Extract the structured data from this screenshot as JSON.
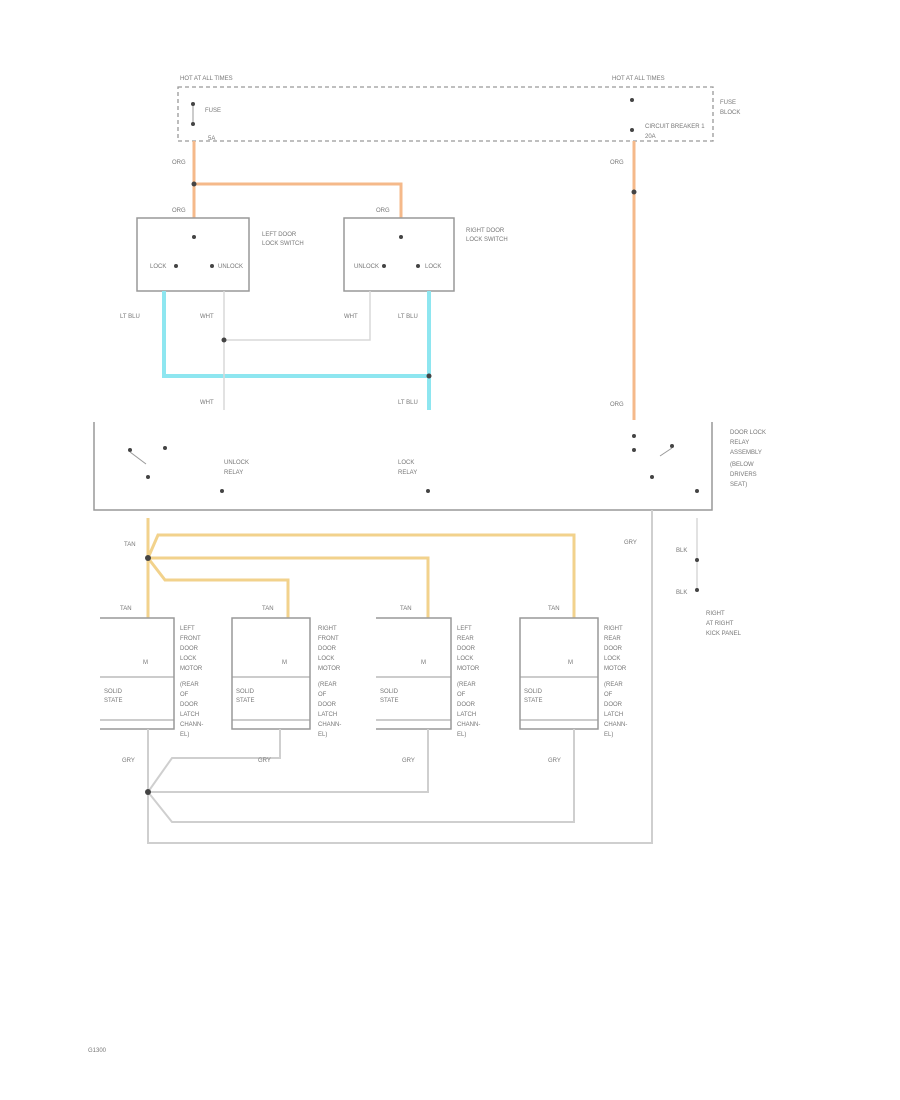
{
  "fuse_block": {
    "hot_left": "HOT AT ALL TIMES",
    "hot_right": "HOT AT ALL TIMES",
    "fuse_a": "FUSE",
    "fuse_a_num": "5A",
    "breaker": "CIRCUIT BREAKER 1",
    "breaker_amp": "20A",
    "block_label_1": "FUSE",
    "block_label_2": "BLOCK"
  },
  "wires": {
    "org": "ORG",
    "lt_blu": "LT BLU",
    "wht": "WHT",
    "tan": "TAN",
    "gry": "GRY",
    "blk": "BLK"
  },
  "left_switch": {
    "label_1": "LEFT DOOR",
    "label_2": "LOCK SWITCH",
    "lock": "LOCK",
    "unlock": "UNLOCK"
  },
  "right_switch": {
    "label_1": "RIGHT DOOR",
    "label_2": "LOCK SWITCH",
    "unlock": "UNLOCK",
    "lock": "LOCK"
  },
  "relay_assembly": {
    "unlock_relay_1": "UNLOCK",
    "unlock_relay_2": "RELAY",
    "lock_relay_1": "LOCK",
    "lock_relay_2": "RELAY",
    "label_1": "DOOR LOCK",
    "label_2": "RELAY",
    "label_3": "ASSEMBLY",
    "label_4": "(BELOW",
    "label_5": "DRIVERS",
    "label_6": "SEAT)"
  },
  "ground": {
    "label_1": "RIGHT",
    "label_2": "AT RIGHT",
    "label_3": "KICK PANEL"
  },
  "motors": [
    {
      "l1": "LEFT",
      "l2": "FRONT",
      "l3": "DOOR",
      "l4": "LOCK",
      "l5": "MOTOR",
      "p1": "(REAR",
      "p2": "OF",
      "p3": "DOOR",
      "p4": "LATCH",
      "p5": "CHANN-",
      "p6": "EL) ",
      "inner_1": "SOLID",
      "inner_2": "STATE",
      "code": "M"
    },
    {
      "l1": "RIGHT",
      "l2": "FRONT",
      "l3": "DOOR",
      "l4": "LOCK",
      "l5": "MOTOR",
      "p1": "(REAR",
      "p2": "OF",
      "p3": "DOOR",
      "p4": "LATCH",
      "p5": "CHANN-",
      "p6": "EL) ",
      "inner_1": "SOLID",
      "inner_2": "STATE",
      "code": "M"
    },
    {
      "l1": "LEFT",
      "l2": "REAR",
      "l3": "DOOR",
      "l4": "LOCK",
      "l5": "MOTOR",
      "p1": "(REAR",
      "p2": "OF",
      "p3": "DOOR",
      "p4": "LATCH",
      "p5": "CHANN-",
      "p6": "EL) ",
      "inner_1": "SOLID",
      "inner_2": "STATE",
      "code": "M"
    },
    {
      "l1": "RIGHT",
      "l2": "REAR",
      "l3": "DOOR",
      "l4": "LOCK",
      "l5": "MOTOR",
      "p1": "(REAR",
      "p2": "OF",
      "p3": "DOOR",
      "p4": "LATCH",
      "p5": "CHANN-",
      "p6": "EL) ",
      "inner_1": "SOLID",
      "inner_2": "STATE",
      "code": "M"
    }
  ],
  "footer": "G1300"
}
